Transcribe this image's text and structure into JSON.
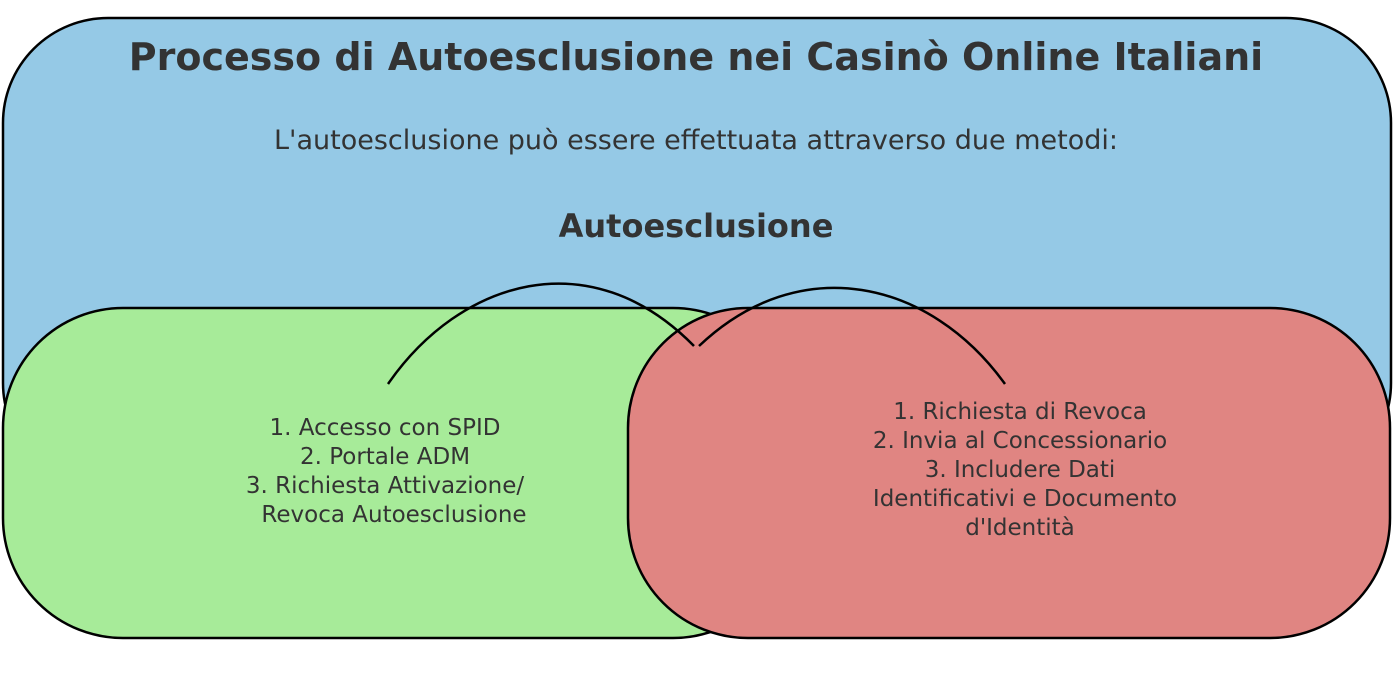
{
  "title": "Processo di Autoesclusione nei Casinò Online Italiani",
  "subtitle": "L'autoesclusione può essere effettuata attraverso due metodi:",
  "heading": "Autoesclusione",
  "left_box": {
    "lines": [
      "1. Accesso con SPID",
      "2. Portale ADM",
      "3. Richiesta Attivazione/",
      "Revoca Autoesclusione"
    ]
  },
  "right_box": {
    "lines": [
      "1. Richiesta di Revoca",
      "2. Invia al Concessionario",
      "3. Includere Dati",
      "Identificativi e Documento",
      "d'Identità"
    ]
  },
  "colors": {
    "outer_fill": "#95c9e6",
    "left_fill": "#a7eb99",
    "right_fill": "#e08582",
    "stroke": "#000000",
    "text": "#333333"
  }
}
